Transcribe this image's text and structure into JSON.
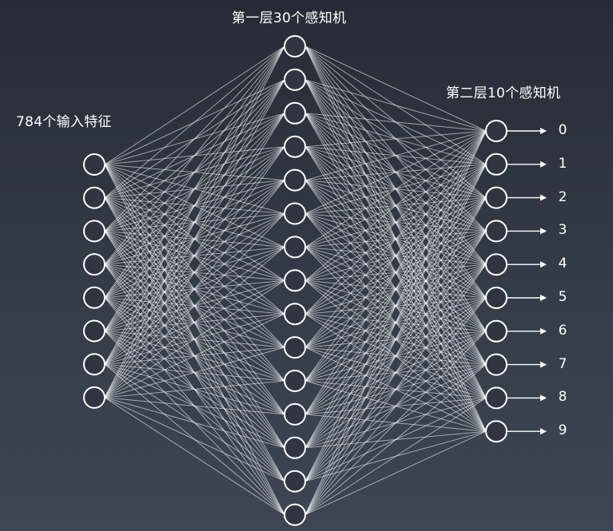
{
  "labels": {
    "input_layer": "784个输入特征",
    "hidden_layer": "第一层30个感知机",
    "output_layer": "第二层10个感知机"
  },
  "network": {
    "input_nodes_drawn": 8,
    "hidden_nodes_drawn": 15,
    "output_nodes_drawn": 10,
    "output_labels": [
      "0",
      "1",
      "2",
      "3",
      "4",
      "5",
      "6",
      "7",
      "8",
      "9"
    ]
  },
  "colors": {
    "node_stroke": "#ffffff",
    "edge": "#ffffff",
    "text": "#ffffff"
  }
}
